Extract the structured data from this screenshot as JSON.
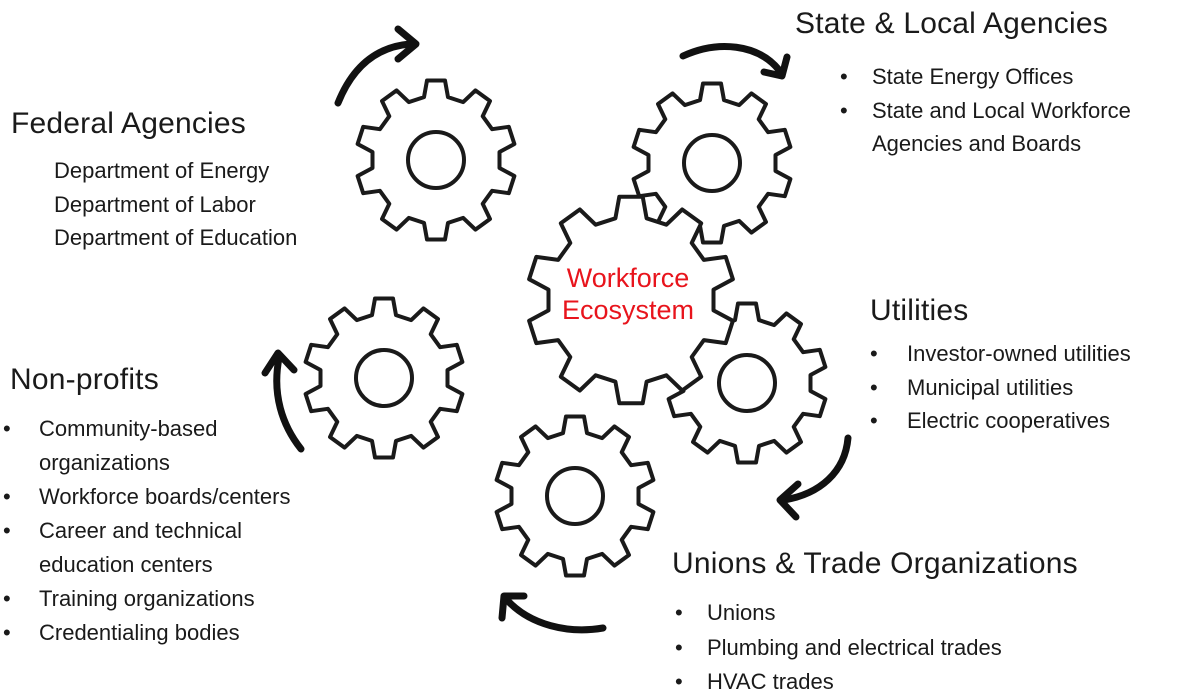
{
  "center": {
    "label_line1": "Workforce",
    "label_line2": "Ecosystem",
    "color": "#e8141c"
  },
  "groups": {
    "federal": {
      "title": "Federal Agencies",
      "items": [
        "Department of Energy",
        "Department of Labor",
        "Department of Education"
      ]
    },
    "state": {
      "title": "State & Local Agencies",
      "items": [
        {
          "line1": "State Energy Offices",
          "line2": ""
        },
        {
          "line1": "State and Local Workforce",
          "line2": "Agencies and Boards"
        }
      ]
    },
    "utilities": {
      "title": "Utilities",
      "items": [
        "Investor-owned utilities",
        "Municipal utilities",
        "Electric cooperatives"
      ]
    },
    "nonprofits": {
      "title": "Non-profits",
      "items": [
        {
          "line1": "Community-based",
          "line2": "organizations"
        },
        {
          "line1": "Workforce boards/centers",
          "line2": ""
        },
        {
          "line1": "Career and technical",
          "line2": "education centers"
        },
        {
          "line1": "Training organizations",
          "line2": ""
        },
        {
          "line1": "Credentialing bodies",
          "line2": ""
        }
      ]
    },
    "unions": {
      "title": "Unions & Trade Organizations",
      "items": [
        "Unions",
        "Plumbing and electrical trades",
        "HVAC trades"
      ]
    }
  },
  "style": {
    "gear_stroke": "#1a1a1a",
    "arrow_color": "#111111",
    "text_color": "#1a1a1a"
  }
}
